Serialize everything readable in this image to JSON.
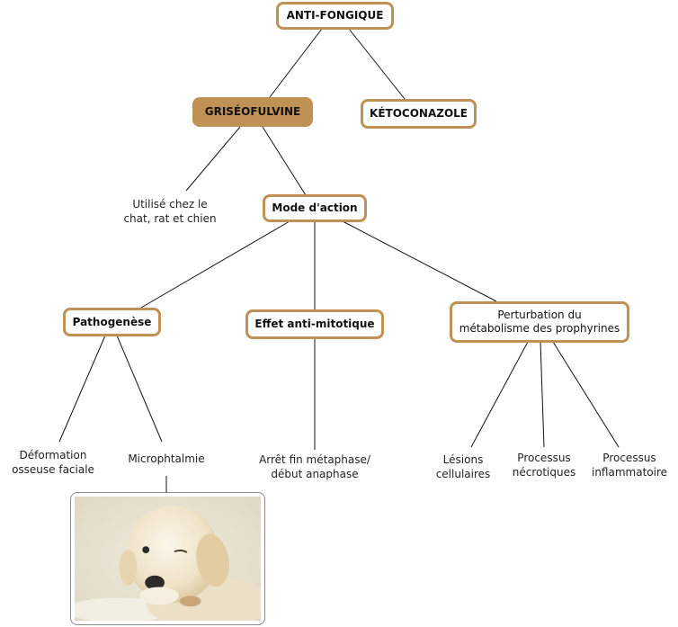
{
  "colors": {
    "accent": "#BF9154",
    "line": "#111111"
  },
  "nodes": {
    "root": "ANTI-FONGIQUE",
    "griseofulvine": "GRISÉOFULVINE",
    "ketoconazole": "KÉTOCONAZOLE",
    "usage": [
      "Utilisé chez le",
      "chat, rat et chien"
    ],
    "mode_action": "Mode d'action",
    "pathogenese": "Pathogenèse",
    "effet_antimitotique": "Effet anti-mitotique",
    "perturbation": [
      "Perturbation du",
      "métabolisme des prophyrines"
    ]
  },
  "leaves": {
    "deformation": [
      "Déformation",
      "osseuse faciale"
    ],
    "microphtalmie": [
      "Microphtalmie"
    ],
    "arret": [
      "Arrêt fin métaphase/",
      "début anaphase"
    ],
    "lesions": [
      "Lésions",
      "cellulaires"
    ],
    "necrotiques": [
      "Processus",
      "nécrotiques"
    ],
    "inflammatoire": [
      "Processus",
      "inflammatoire"
    ]
  },
  "image": {
    "subject": "puppy-photo",
    "description": "White puppy with one eye closed"
  }
}
